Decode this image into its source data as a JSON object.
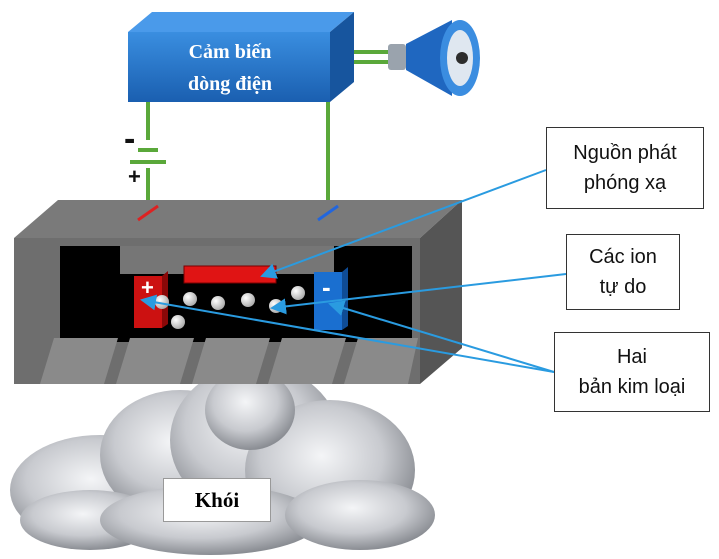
{
  "sensor": {
    "label": "Cảm biến\ndòng điện"
  },
  "battery": {
    "minus": "-",
    "plus": "+"
  },
  "plates": {
    "positive_sign": "+",
    "negative_sign": "-"
  },
  "callouts": {
    "radiation_source": "Nguồn phát\nphóng xạ",
    "free_ions": "Các ion\ntự do",
    "metal_plates": "Hai\nbản kim loại"
  },
  "smoke": {
    "label": "Khói"
  },
  "colors": {
    "sensor_box": "#1f6fc0",
    "wire": "#5aa83a",
    "arrow": "#2a9be0",
    "chamber": "#6e6e6e",
    "positive_plate": "#cc1111",
    "negative_plate": "#1a6fd0"
  },
  "icons": [
    "speaker-icon",
    "cloud-icon"
  ]
}
